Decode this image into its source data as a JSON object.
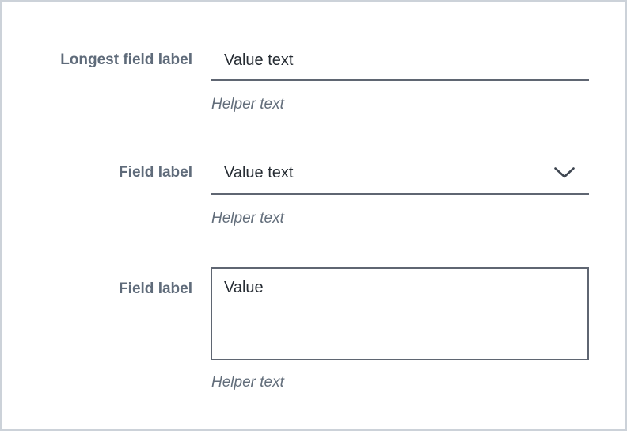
{
  "form": {
    "fields": [
      {
        "type": "text-input",
        "label": "Longest field label",
        "value": "Value text",
        "helper": "Helper text"
      },
      {
        "type": "select",
        "label": "Field label",
        "value": "Value text",
        "helper": "Helper text"
      },
      {
        "type": "textarea",
        "label": "Field label",
        "value": "Value",
        "helper": "Helper text"
      }
    ],
    "icons": {
      "select_indicator": "chevron-down-icon"
    },
    "colors": {
      "frame_border": "#ccd2d9",
      "label_text": "#5f6b7a",
      "value_text": "#262c33",
      "control_border": "#5f6672",
      "helper_text": "#636e7b",
      "chevron": "#3f4651",
      "background": "#ffffff"
    }
  }
}
